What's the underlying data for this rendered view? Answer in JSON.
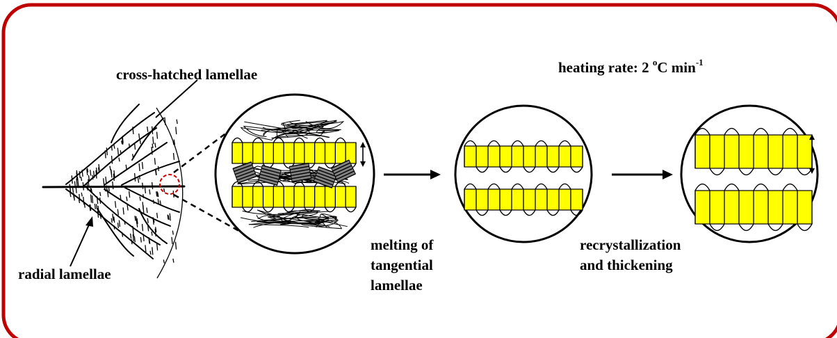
{
  "labels": {
    "cross_hatched": "cross-hatched lamellae",
    "radial": "radial lamellae",
    "heating_rate_prefix": "heating rate: 2 ",
    "heating_rate_degree": "o",
    "heating_rate_unit": "C min",
    "heating_rate_exponent": "-1",
    "melting_line1": "melting of",
    "melting_line2": "tangential",
    "melting_line3": "lamellae",
    "recryst_line1": "recrystallization",
    "recryst_line2": "and thickening"
  },
  "stages": [
    {
      "name": "initial",
      "top_lamellae_folds": 12,
      "bottom_lamellae_folds": 12,
      "tangential_lamellae": true,
      "thickness_arrow": true
    },
    {
      "name": "after-melting",
      "top_lamellae_folds": 10,
      "bottom_lamellae_folds": 10,
      "tangential_lamellae": false,
      "thickness_arrow": false
    },
    {
      "name": "after-recrystallization",
      "top_lamellae_folds": 8,
      "bottom_lamellae_folds": 8,
      "tangential_lamellae": false,
      "thickness_arrow": true
    }
  ],
  "colors": {
    "frame": "#c00000",
    "lamella_fill": "#ffff00",
    "ink": "#000000",
    "tangential_fill": "#808080",
    "highlight_circle": "#cc0000"
  }
}
